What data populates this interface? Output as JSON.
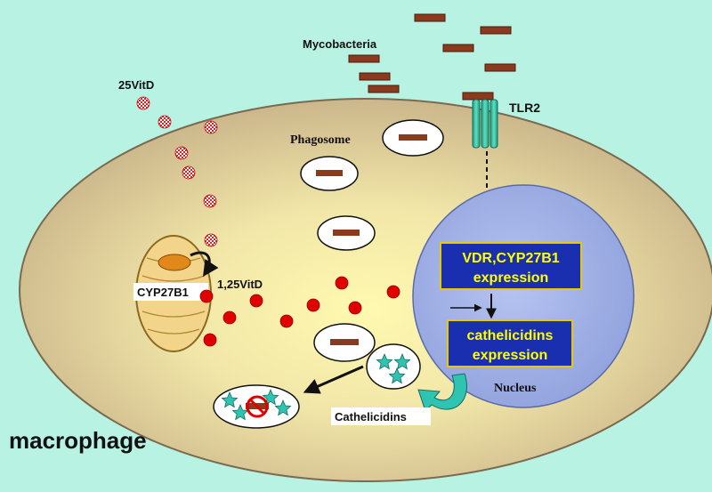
{
  "labels": {
    "mycobacteria": "Mycobacteria",
    "tlr2": "TLR2",
    "vitd25": "25VitD",
    "phagosome": "Phagosome",
    "cyp27b1": "CYP27B1",
    "vitd125": "1,25VitD",
    "vdr_line1": "VDR,CYP27B1",
    "vdr_line2": "expression",
    "cath_line1": "cathelicidins",
    "cath_line2": "expression",
    "nucleus": "Nucleus",
    "cathelicidins": "Cathelicidins",
    "macrophage": "macrophage"
  },
  "colors": {
    "background": "#b8f2e3",
    "cell_outer": "#c9b48e",
    "cell_center": "#fff6a8",
    "nucleus": "#a9b9e9",
    "bacterium": "#8b3a1e",
    "vitamin_active": "#e00000",
    "receptor": "#2bbf9a",
    "cathelicidin_star": "#2fc4b2",
    "box_fill": "#1a2fb0",
    "box_text": "#ffff00",
    "box_border": "#e8c800"
  },
  "icons": {
    "inhibit": "prohibition-icon",
    "star": "star-icon"
  }
}
